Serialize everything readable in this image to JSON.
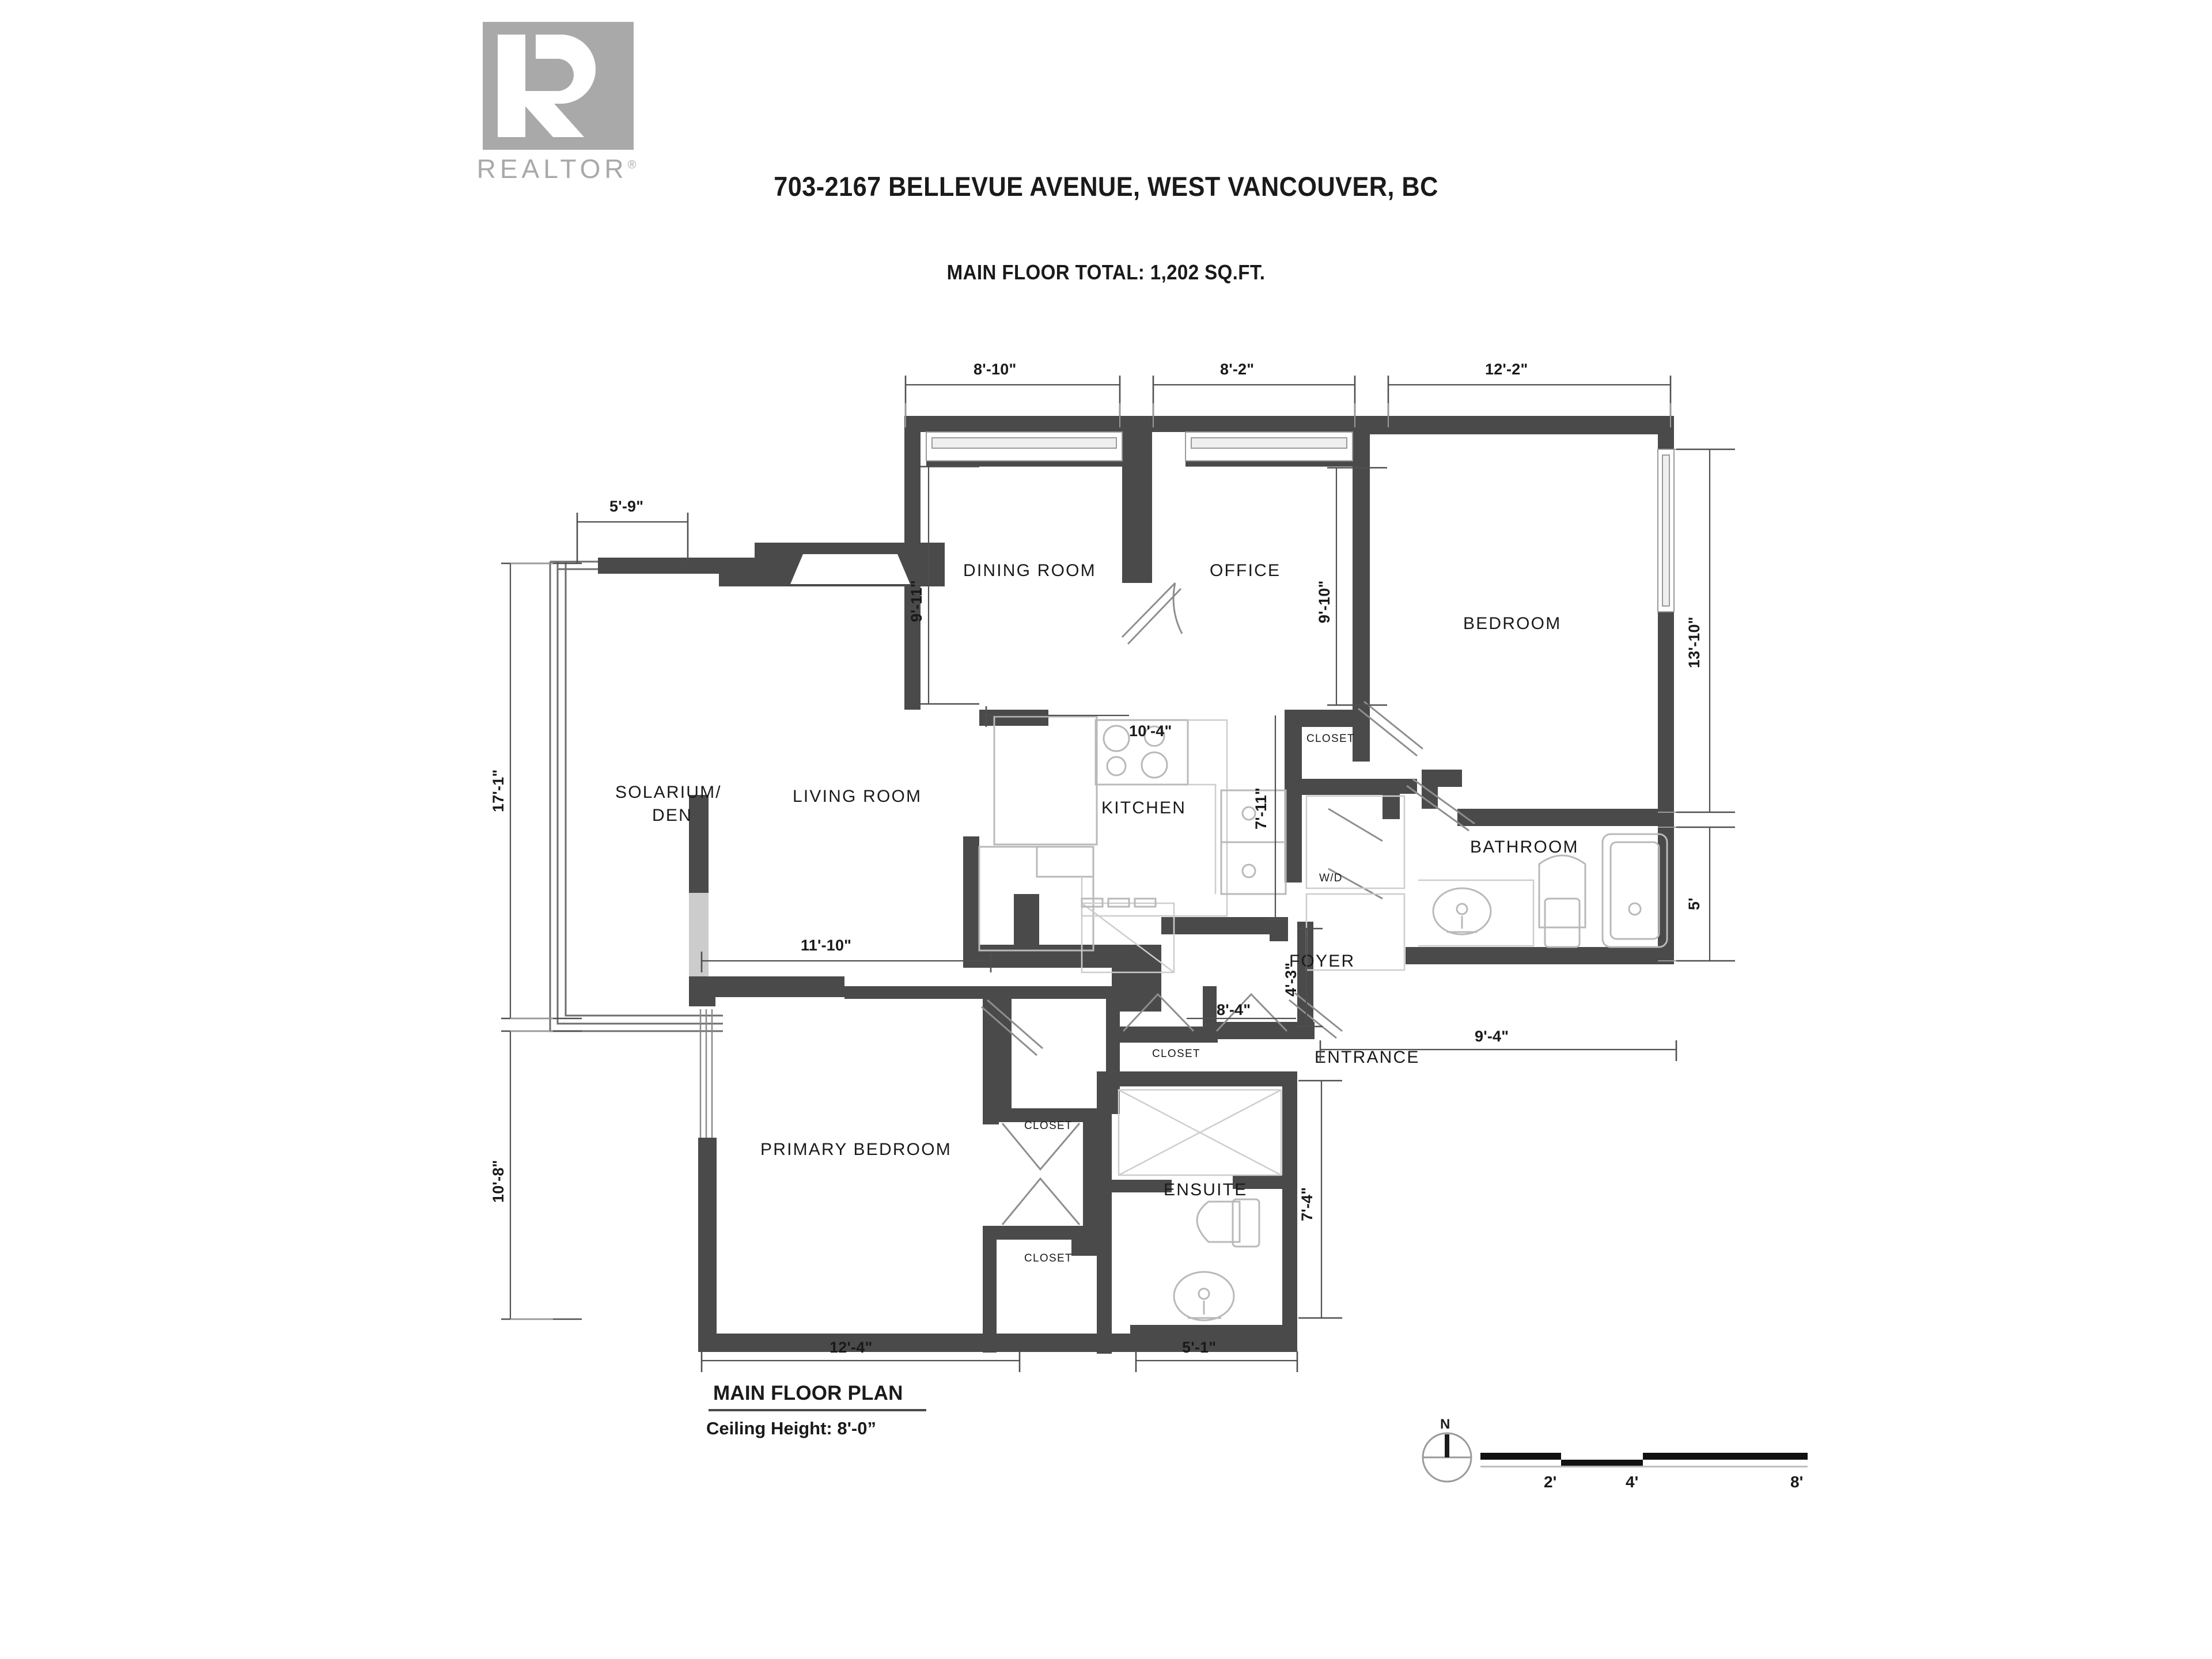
{
  "branding": {
    "logo_icon": "realtor-r-logo-icon",
    "logo_word": "REALTOR",
    "logo_registered": "®"
  },
  "header": {
    "address": "703-2167 BELLEVUE AVENUE, WEST VANCOUVER, BC",
    "floor_total": "MAIN FLOOR TOTAL:  1,202 SQ.FT."
  },
  "footer": {
    "plan_title": "MAIN FLOOR PLAN",
    "ceiling_note": "Ceiling Height: 8'-0”"
  },
  "compass": {
    "north_label": "N"
  },
  "scale_bar": {
    "ticks": [
      "2'",
      "4'",
      "8'"
    ]
  },
  "rooms": [
    {
      "id": "solarium",
      "label": "SOLARIUM/",
      "label2": "DEN"
    },
    {
      "id": "living-room",
      "label": "LIVING ROOM"
    },
    {
      "id": "dining-room",
      "label": "DINING ROOM"
    },
    {
      "id": "office",
      "label": "OFFICE"
    },
    {
      "id": "bedroom",
      "label": "BEDROOM"
    },
    {
      "id": "kitchen",
      "label": "KITCHEN"
    },
    {
      "id": "bathroom",
      "label": "BATHROOM"
    },
    {
      "id": "foyer",
      "label": "FOYER"
    },
    {
      "id": "entrance",
      "label": "ENTRANCE"
    },
    {
      "id": "primary-bedroom",
      "label": "PRIMARY BEDROOM"
    },
    {
      "id": "ensuite",
      "label": "ENSUITE"
    }
  ],
  "small_labels": {
    "closet_hall": "CLOSET",
    "closet_pb_top": "CLOSET",
    "closet_pb_mid": "CLOSET",
    "closet_pb_bot": "CLOSET",
    "washer_dryer": "W/D"
  },
  "dimensions": {
    "top_dining": "8'-10\"",
    "top_office": "8'-2\"",
    "top_bedroom": "12'-2\"",
    "solarium_width": "5'-9\"",
    "solarium_height": "17'-1\"",
    "lower_left": "10'-8\"",
    "dining_depth": "9'-11\"",
    "office_depth": "9'-10\"",
    "bedroom_depth": "13'-10\"",
    "bathroom_depth": "5'",
    "kitchen_width": "10'-4\"",
    "kitchen_depth": "7'-11\"",
    "living_width": "11'-10\"",
    "foyer_depth": "4'-3\"",
    "foyer_width": "8'-4\"",
    "entrance_right": "9'-4\"",
    "ensuite_depth": "7'-4\"",
    "pb_width": "12'-4\"",
    "ensuite_width": "5'-1\""
  },
  "colors": {
    "wall": "#4a4a4a",
    "wall_light": "#cccccc",
    "fixture": "#b9b9b9",
    "logo_gray": "#a9a9a9",
    "text": "#1a1a1a"
  }
}
